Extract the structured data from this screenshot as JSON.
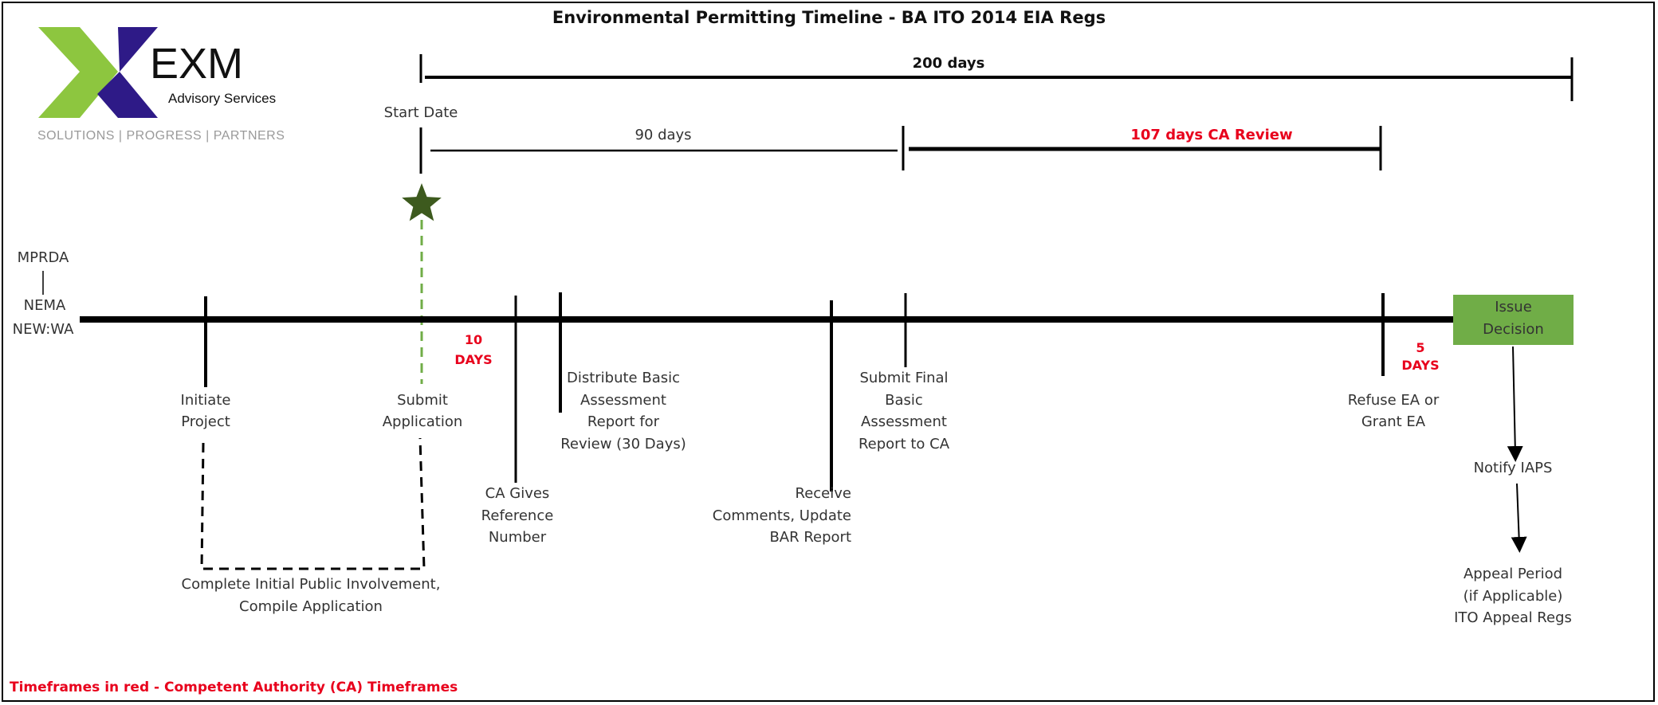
{
  "title": "Environmental Permitting Timeline - BA ITO 2014 EIA Regs",
  "logo": {
    "name": "EXM",
    "subtitle": "Advisory Services",
    "tagline": "SOLUTIONS | PROGRESS | PARTNERS",
    "colors": {
      "green": "#8dc63f",
      "purple": "#2e1a87"
    }
  },
  "durations": {
    "total": "200 days",
    "pre": "90 days",
    "ca_review": "107 days CA Review"
  },
  "start_date": "Start Date",
  "legislation": {
    "mprda": "MPRDA",
    "nema": "NEMA",
    "newwa": "NEW:WA"
  },
  "milestones": {
    "initiate": [
      "Initiate",
      "Project"
    ],
    "submit_app": [
      "Submit",
      "Application"
    ],
    "ca_ref": [
      "CA Gives",
      "Reference",
      "Number"
    ],
    "distribute": [
      "Distribute Basic",
      "Assessment",
      "Report for",
      "Review (30 Days)"
    ],
    "receive": [
      "Receive",
      "Comments, Update",
      "BAR Report"
    ],
    "submit_final": [
      "Submit Final",
      "Basic",
      "Assessment",
      "Report to CA"
    ],
    "refuse": [
      "Refuse EA or",
      "Grant EA"
    ],
    "issue": [
      "Issue",
      "Decision"
    ],
    "notify": "Notify IAPS",
    "appeal": [
      "Appeal Period",
      "(if Applicable)",
      "ITO Appeal Regs"
    ],
    "public": [
      "Complete Initial Public Involvement,",
      "Compile Application"
    ]
  },
  "ca_timeframes": {
    "ten": [
      "10",
      "DAYS"
    ],
    "five": [
      "5",
      "DAYS"
    ]
  },
  "footnote": "Timeframes in red - Competent Authority (CA) Timeframes",
  "colors": {
    "red": "#e8001c",
    "star": "#3d5a1e",
    "dash_green": "#70ad47",
    "issue_box": "#70ad47"
  }
}
